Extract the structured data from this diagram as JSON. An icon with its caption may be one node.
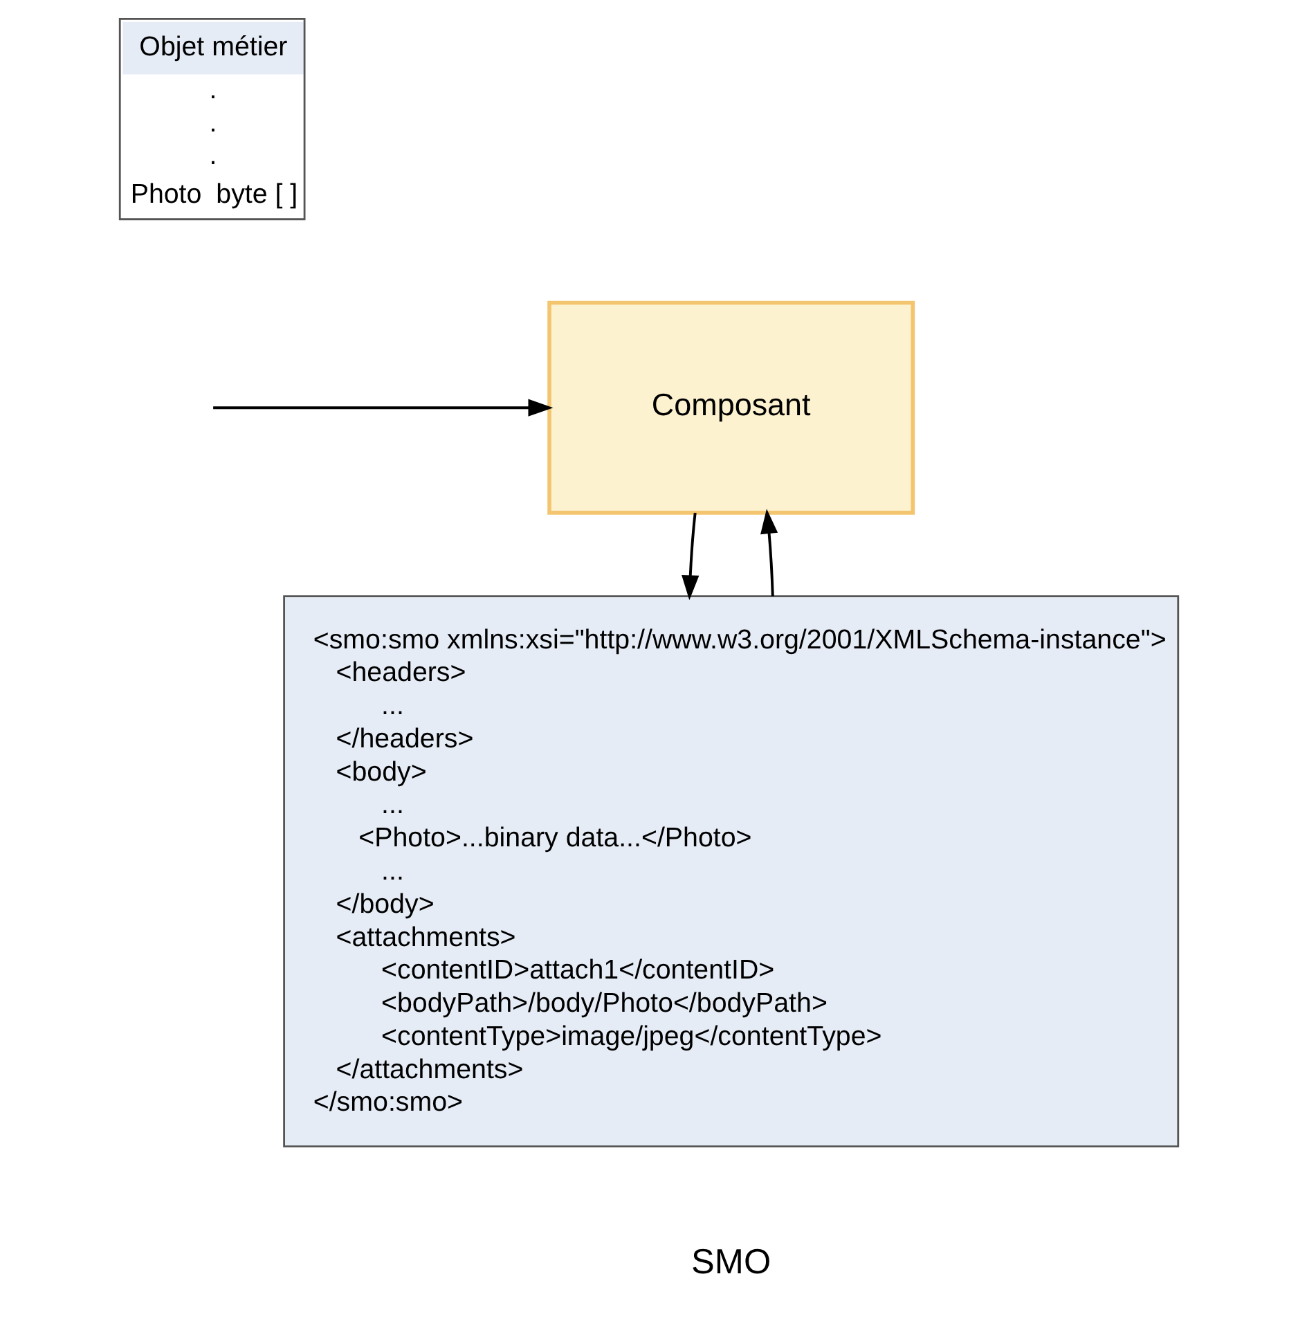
{
  "diagram": {
    "nodes": [
      {
        "text": [
          "Objet métier",
          ".",
          ".",
          ".",
          "Photo",
          "byte [ ]"
        ]
      },
      {
        "text": [
          "Composant"
        ]
      },
      {
        "text": [
          "<smo:smo xmlns:xsi=\"http://www.w3.org/2001/XMLSchema-instance\">",
          "<headers>",
          "...",
          "</headers>",
          "<body>",
          "...",
          "<Photo>...binary data...</Photo>",
          "...",
          "</body>",
          "<attachments>",
          "<contentID>attach1</contentID>",
          "<bodyPath>/body/Photo</bodyPath>",
          "<contentType>image/jpeg</contentType>",
          "</attachments>",
          "</smo:smo>"
        ],
        "beside": [
          "SMO"
        ]
      }
    ],
    "edges": [
      {
        "from": null,
        "to": 1,
        "arrow": "to"
      },
      {
        "from": 1,
        "to": 2,
        "arrow": "to"
      },
      {
        "from": 2,
        "to": 1,
        "arrow": "to"
      }
    ]
  }
}
